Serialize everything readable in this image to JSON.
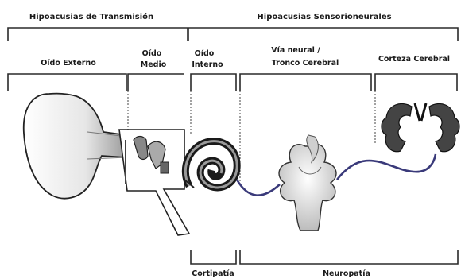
{
  "headers": {
    "transmission": "Hipoacusias de Transmisión",
    "sensorineural": "Hipoacusias Sensorioneurales"
  },
  "sections": {
    "outer_ear": "Oído Externo",
    "middle_ear_1": "Oído",
    "middle_ear_2": "Medio",
    "inner_ear_1": "Oído",
    "inner_ear_2": "Interno",
    "neural_1": "Vía neural /",
    "neural_2": "Tronco Cerebral",
    "cortex": "Corteza Cerebral"
  },
  "bottom": {
    "cochleopathy": "Cortipatía",
    "neuropathy": "Neuropatía"
  },
  "colors": {
    "nerve": "#3a3a7a",
    "line": "#2a2a2a"
  }
}
